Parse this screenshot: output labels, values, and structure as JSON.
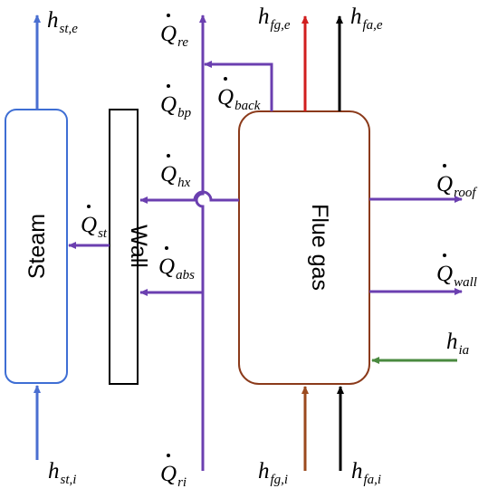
{
  "colors": {
    "blue": "#4a6fd1",
    "purple": "#6b3fb0",
    "red": "#d11e1e",
    "black": "#000000",
    "brown": "#9b4a1e",
    "green": "#4a8a3f",
    "steam_border": "#3e6ed4",
    "flue_border": "#8b3a1a"
  },
  "boxes": {
    "steam": "Steam",
    "wall": "Wall",
    "flue_gas": "Flue gas"
  },
  "labels": {
    "h_st_e": {
      "main": "h",
      "sub": "st,e"
    },
    "h_st_i": {
      "main": "h",
      "sub": "st,i"
    },
    "Q_re": {
      "main": "Q",
      "sub": "re"
    },
    "Q_bp": {
      "main": "Q",
      "sub": "bp"
    },
    "Q_back": {
      "main": "Q",
      "sub": "back"
    },
    "Q_hx": {
      "main": "Q",
      "sub": "hx"
    },
    "Q_st": {
      "main": "Q",
      "sub": "st"
    },
    "Q_abs": {
      "main": "Q",
      "sub": "abs"
    },
    "Q_ri": {
      "main": "Q",
      "sub": "ri"
    },
    "h_fg_e": {
      "main": "h",
      "sub": "fg,e"
    },
    "h_fa_e": {
      "main": "h",
      "sub": "fa,e"
    },
    "h_fg_i": {
      "main": "h",
      "sub": "fg,i"
    },
    "h_fa_i": {
      "main": "h",
      "sub": "fa,i"
    },
    "Q_roof": {
      "main": "Q",
      "sub": "roof"
    },
    "Q_wall": {
      "main": "Q",
      "sub": "wall"
    },
    "h_ia": {
      "main": "h",
      "sub": "ia"
    }
  }
}
